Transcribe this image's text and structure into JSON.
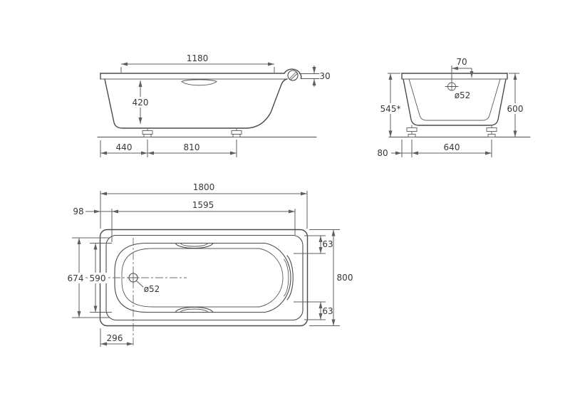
{
  "drawing": {
    "title": "bathtub-dimension-drawing",
    "side_view": {
      "top_length": "1180",
      "inner_depth": "420",
      "rim_drop": "30",
      "end_to_foot": "440",
      "foot_spacing": "810"
    },
    "end_view": {
      "overflow_offset": "70",
      "overflow_diameter": "ø52",
      "height_to_rim": "545*",
      "height_total": "600",
      "edge_to_foot": "80",
      "foot_spacing": "640"
    },
    "plan_view": {
      "total_length": "1800",
      "rim_inset": "98",
      "inner_length": "1595",
      "gap_top": "63",
      "width_inner": "674",
      "width_basin": "590",
      "total_width": "800",
      "gap_bottom": "63",
      "drain_from_end": "296",
      "drain_diameter": "ø52"
    },
    "symbols": {
      "drain": "circle-with-cross",
      "overflow": "circle-with-cross"
    },
    "colors": {
      "line": "#4a4a4a",
      "dimension": "#5f5f5f",
      "text": "#383838",
      "background": "#ffffff"
    }
  }
}
